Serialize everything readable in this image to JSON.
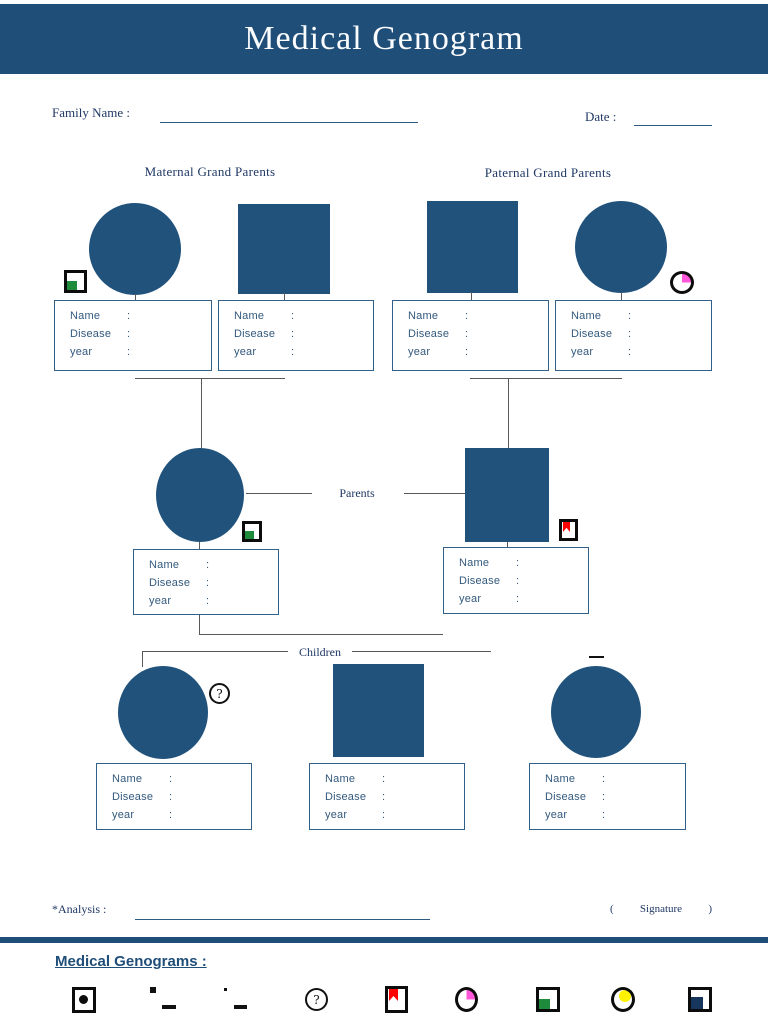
{
  "page": {
    "title": "Medical Genogram"
  },
  "form": {
    "family_name_label": "Family Name :",
    "date_label": "Date :",
    "analysis_label": "*Analysis :",
    "signature": {
      "open": "(",
      "label": "Signature",
      "close": ")"
    }
  },
  "sections": {
    "maternal_title": "Maternal Grand Parents",
    "paternal_title": "Paternal Grand Parents",
    "parents_label": "Parents",
    "children_label": "Children"
  },
  "info_box": {
    "rows": [
      "Name",
      "Disease",
      "year"
    ],
    "colon": ":"
  },
  "symbols": {
    "female": "circle",
    "male": "square",
    "question_mark": "?"
  },
  "legend": {
    "title": "Medical Genograms :",
    "items": [
      {
        "icon": "black-dot-square-icon"
      },
      {
        "icon": "square-dash-marks-icon"
      },
      {
        "icon": "dot-dash-marks-icon"
      },
      {
        "icon": "question-mark-circle-icon"
      },
      {
        "icon": "red-flag-square-icon"
      },
      {
        "icon": "pink-quarter-circle-icon"
      },
      {
        "icon": "green-corner-square-icon"
      },
      {
        "icon": "yellow-dot-circle-icon"
      },
      {
        "icon": "navy-corner-square-icon"
      }
    ]
  },
  "colors": {
    "header_bar": "#1F4E79",
    "shape_fill": "#20527C",
    "box_border": "#31618A",
    "text_navy": "#1F3864",
    "label_blue": "#33597D",
    "green": "#1E8A3B",
    "red": "#FF0000",
    "pink": "#FF57D9",
    "yellow": "#FFF200",
    "navy_square": "#17365D"
  }
}
